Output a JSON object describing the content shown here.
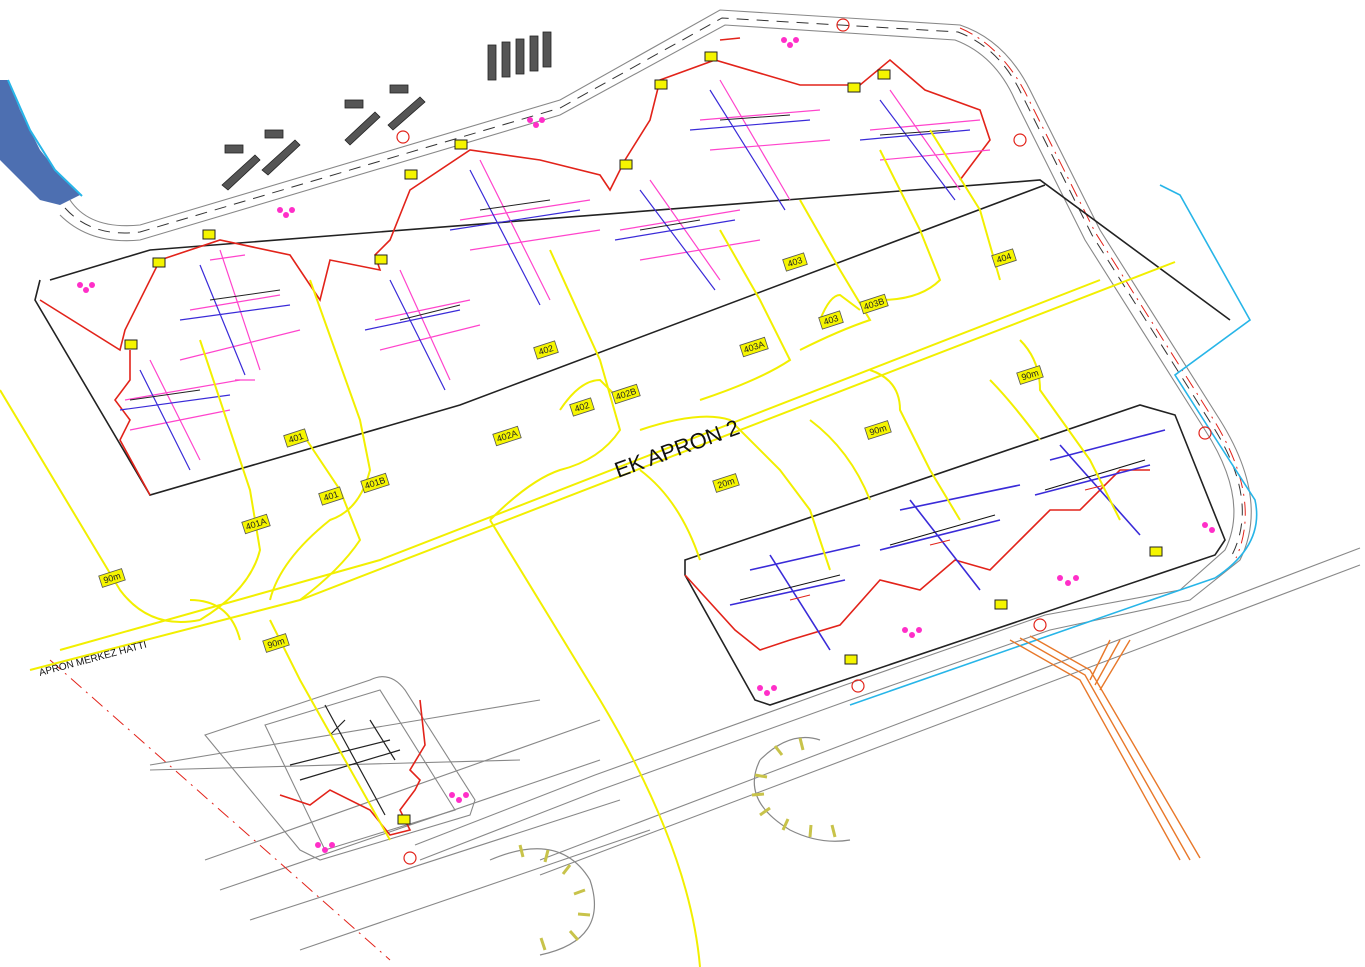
{
  "title": "EK APRON 2",
  "centerline_label": "APRON MERKEZ HATTI",
  "stand_labels": [
    "401",
    "401A",
    "401",
    "401B",
    "402",
    "402A",
    "402",
    "402B",
    "403",
    "403A",
    "403",
    "403B",
    "404",
    "90m",
    "90m",
    "90m",
    "20m",
    "90m"
  ],
  "colors": {
    "taxi_line": "#f2ef00",
    "boundary": "#e2231a",
    "apron_edge": "#222222",
    "service_road": "#27b5e8",
    "terrain": "#3a5fa8",
    "orange_lines": "#e8782a",
    "aircraft_a": "#ff44cc",
    "aircraft_b": "#3a2bd8"
  }
}
